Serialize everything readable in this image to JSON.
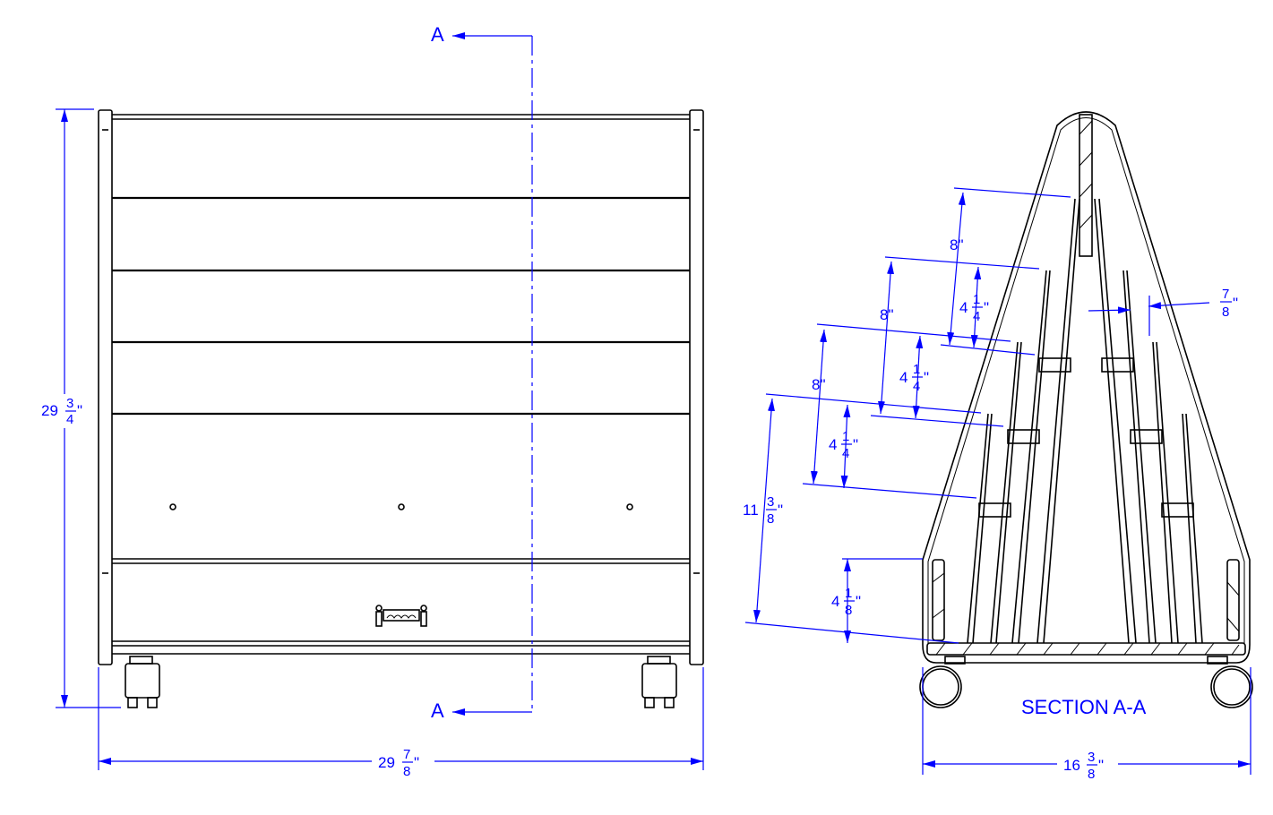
{
  "colors": {
    "dimension": "#0000ff",
    "drawing": "#000000"
  },
  "section_marks": {
    "top": "A",
    "bottom": "A"
  },
  "section_title": "SECTION A-A",
  "front_view": {
    "height_dim": {
      "whole": "29",
      "num": "3",
      "den": "4",
      "unit": "\""
    },
    "width_dim": {
      "whole": "29",
      "num": "7",
      "den": "8",
      "unit": "\""
    },
    "logo": "carrying-figures-logo"
  },
  "section_view": {
    "spacing_1": {
      "whole": "8",
      "unit": "\""
    },
    "spacing_2": {
      "whole": "8",
      "unit": "\""
    },
    "spacing_3": {
      "whole": "8",
      "unit": "\""
    },
    "slot_1": {
      "whole": "4",
      "num": "1",
      "den": "4",
      "unit": "\""
    },
    "slot_2": {
      "whole": "4",
      "num": "1",
      "den": "4",
      "unit": "\""
    },
    "slot_3": {
      "whole": "4",
      "num": "1",
      "den": "4",
      "unit": "\""
    },
    "lower_height": {
      "whole": "11",
      "num": "3",
      "den": "8",
      "unit": "\""
    },
    "base_height": {
      "whole": "4",
      "num": "1",
      "den": "8",
      "unit": "\""
    },
    "slat_gap": {
      "num": "7",
      "den": "8",
      "unit": "\""
    },
    "depth_dim": {
      "whole": "16",
      "num": "3",
      "den": "8",
      "unit": "\""
    }
  }
}
